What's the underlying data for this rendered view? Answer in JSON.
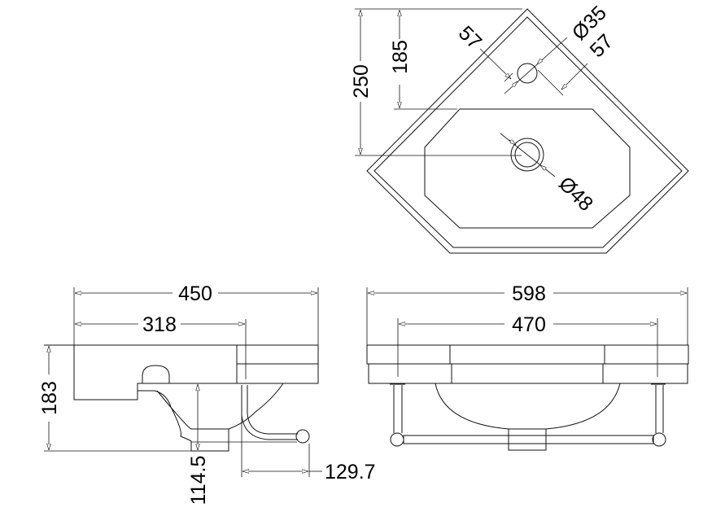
{
  "drawing": {
    "top_view": {
      "dimensions": {
        "depth_total": "250",
        "depth_to_bowl": "185",
        "tap_hole_diameter": "Ø35",
        "tap_offset_left": "57",
        "tap_offset_right": "57",
        "waste_diameter": "Ø48"
      }
    },
    "side_view": {
      "dimensions": {
        "overall_width": "450",
        "width_to_rail": "318",
        "height": "183",
        "bowl_depth": "114.5",
        "rail_projection": "129.7"
      }
    },
    "front_view": {
      "dimensions": {
        "overall_width": "598",
        "rail_centres": "470"
      }
    },
    "colors": {
      "line": "#111111",
      "background": "#ffffff"
    }
  }
}
